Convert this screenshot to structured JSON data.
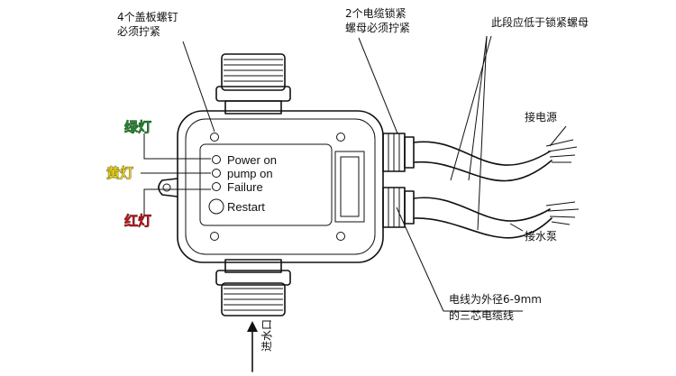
{
  "annotations": {
    "cover_screws": {
      "line1": "4个盖板螺钉",
      "line2": "必须拧紧"
    },
    "cable_nuts": {
      "line1": "2个电缆锁紧",
      "line2": "螺母必须拧紧"
    },
    "section_lower": "此段应低于锁紧螺母",
    "power_in": "接电源",
    "pump_out": "接水泵",
    "cable_spec": {
      "line1": "电线为外径6-9mm",
      "line2": "的三芯电缆线"
    },
    "water_inlet": "进水口"
  },
  "lamps": [
    {
      "label": "绿灯",
      "color": "#1f8a2a"
    },
    {
      "label": "黄灯",
      "color": "#e8d21a"
    },
    {
      "label": "红灯",
      "color": "#c0141c"
    }
  ],
  "panel": {
    "indicators": [
      "Power on",
      "pump on",
      "Failure",
      "Restart"
    ]
  }
}
